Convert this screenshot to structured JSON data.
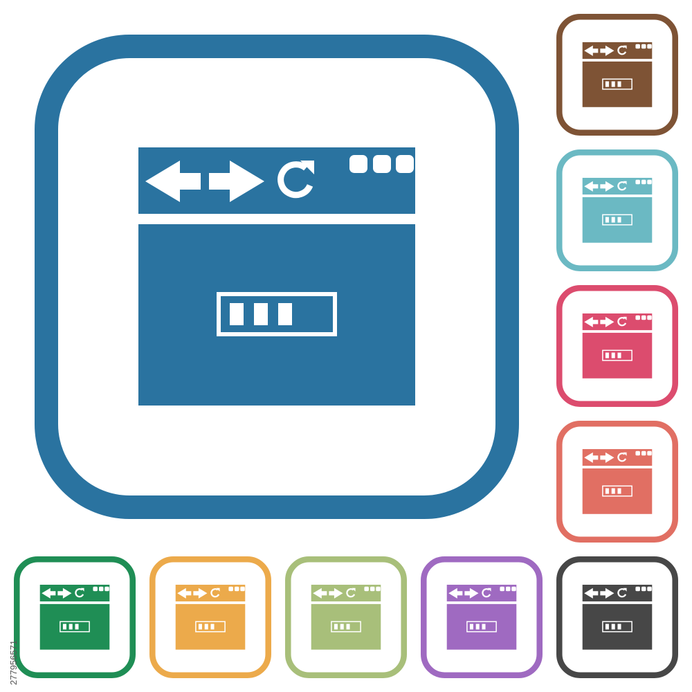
{
  "stock_id": "277956571",
  "icons": {
    "main": {
      "name": "browser-loading-icon-large",
      "color": "#2a73a0"
    },
    "brown": {
      "name": "browser-loading-icon",
      "color": "#7e5335"
    },
    "teal": {
      "name": "browser-loading-icon",
      "color": "#6bb9c3"
    },
    "pink": {
      "name": "browser-loading-icon",
      "color": "#dc4c6e"
    },
    "salmon": {
      "name": "browser-loading-icon",
      "color": "#e16f63"
    },
    "green": {
      "name": "browser-loading-icon",
      "color": "#1f8e55"
    },
    "orange": {
      "name": "browser-loading-icon",
      "color": "#ecaa4b"
    },
    "olive": {
      "name": "browser-loading-icon",
      "color": "#a8bf7a"
    },
    "purple": {
      "name": "browser-loading-icon",
      "color": "#9f6ac1"
    },
    "gray": {
      "name": "browser-loading-icon",
      "color": "#474747"
    }
  },
  "progress": {
    "filled_segments": 3,
    "total_segments": 3
  }
}
